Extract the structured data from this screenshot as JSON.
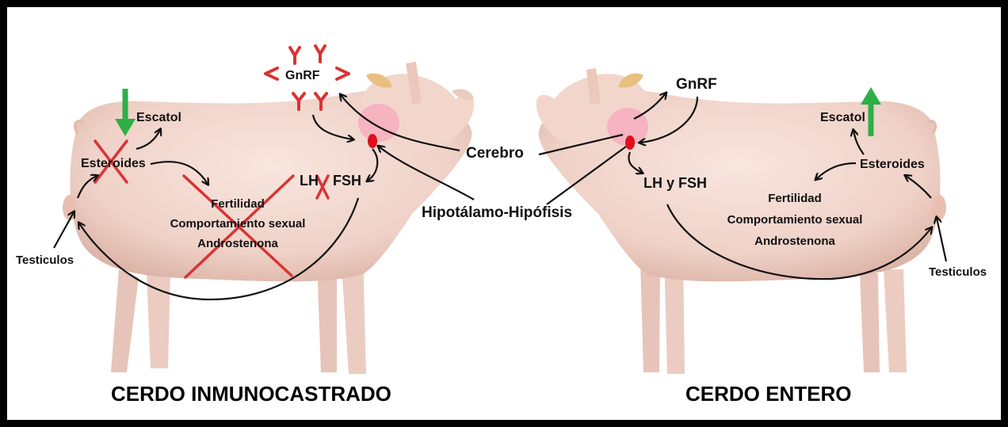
{
  "left_panel": {
    "title": "CERDO INMUNOCASTRADO",
    "labels": {
      "gnrf": "GnRF",
      "escatol": "Escatol",
      "esteroides": "Esteroides",
      "lh_fsh_lh": "LH",
      "lh_fsh_fsh": "FSH",
      "fertilidad": "Fertilidad",
      "comportamiento": "Comportamiento sexual",
      "androstenona": "Androstenona",
      "testiculos": "Testiculos"
    },
    "scatol_trend": "down"
  },
  "center": {
    "cerebro": "Cerebro",
    "hipotalamo": "Hipotálamo-Hipófisis"
  },
  "right_panel": {
    "title": "CERDO ENTERO",
    "labels": {
      "gnrf": "GnRF",
      "escatol": "Escatol",
      "esteroides": "Esteroides",
      "lh_fsh": "LH y FSH",
      "fertilidad": "Fertilidad",
      "comportamiento": "Comportamiento sexual",
      "androstenona": "Androstenona",
      "testiculos": "Testiculos"
    },
    "scatol_trend": "up"
  },
  "colors": {
    "pig_body": "#f1d7cf",
    "pig_shadow": "#d9b6aa",
    "brain": "#f6b3c0",
    "hypothalamus": "#e0101a",
    "cross": "#d93434",
    "antibody": "#d93434",
    "arrow_up_down": "#2fae47",
    "arrows": "#111111"
  }
}
